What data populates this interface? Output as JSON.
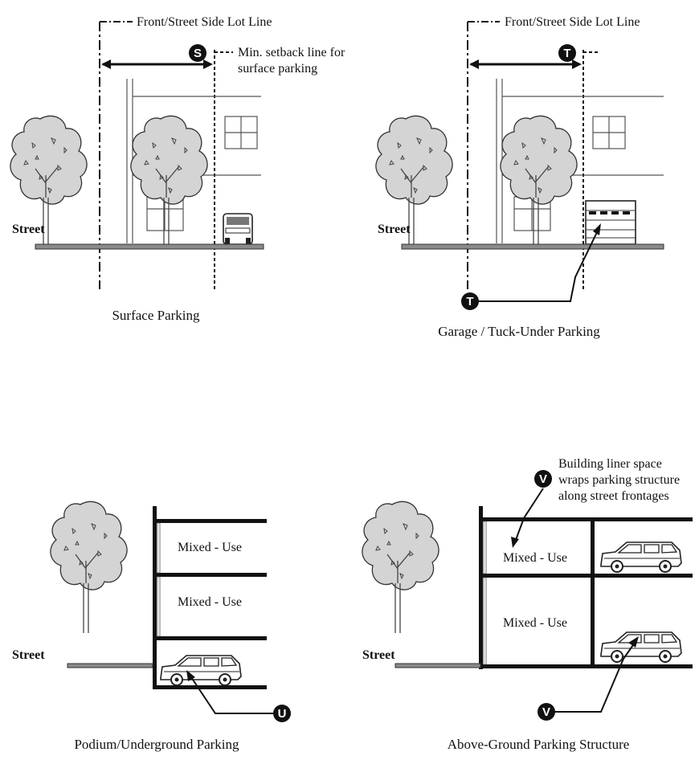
{
  "panels": {
    "surface": {
      "caption": "Surface Parking",
      "lot_line_label": "Front/Street Side Lot Line",
      "setback_label_1": "Min. setback line for",
      "setback_label_2": "surface parking",
      "badge": "S",
      "street_label": "Street"
    },
    "garage": {
      "caption": "Garage / Tuck-Under Parking",
      "lot_line_label": "Front/Street Side Lot Line",
      "badge_top": "T",
      "badge_bottom": "T",
      "street_label": "Street"
    },
    "podium": {
      "caption": "Podium/Underground Parking",
      "floor_1": "Mixed - Use",
      "floor_2": "Mixed - Use",
      "badge": "U",
      "street_label": "Street"
    },
    "above": {
      "caption": "Above-Ground Parking Structure",
      "floor_1": "Mixed - Use",
      "floor_2": "Mixed - Use",
      "note_1": "Building liner space",
      "note_2": "wraps parking structure",
      "note_3": "along street frontages",
      "badge_top": "V",
      "badge_bottom": "V",
      "street_label": "Street"
    }
  },
  "colors": {
    "ink": "#111111",
    "tree_fill": "#d4d4d4",
    "ground": "#8a8a8a"
  }
}
